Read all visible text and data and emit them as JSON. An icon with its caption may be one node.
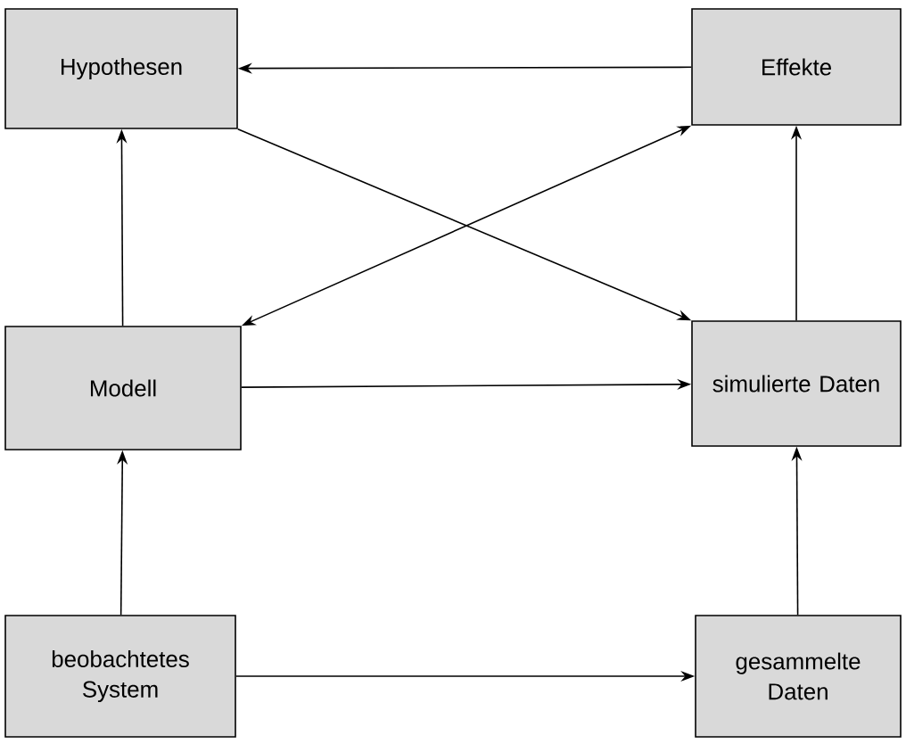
{
  "diagram": {
    "nodes": [
      {
        "text": [
          "Hypothesen"
        ]
      },
      {
        "text": [
          "Effekte"
        ]
      },
      {
        "text": [
          "Modell"
        ]
      },
      {
        "text": [
          "simulierte Daten"
        ]
      },
      {
        "text": [
          "beobachtetes System"
        ]
      },
      {
        "text": [
          "gesammelte Daten"
        ]
      }
    ],
    "edges": [
      {
        "from": 1,
        "to": 0,
        "arrow": "to"
      },
      {
        "from": 0,
        "to": 3,
        "arrow": "to"
      },
      {
        "from": 2,
        "to": 1,
        "arrow": "both"
      },
      {
        "from": 2,
        "to": 0,
        "arrow": "to"
      },
      {
        "from": 2,
        "to": 3,
        "arrow": "to"
      },
      {
        "from": 3,
        "to": 1,
        "arrow": "to"
      },
      {
        "from": 4,
        "to": 2,
        "arrow": "to"
      },
      {
        "from": 4,
        "to": 5,
        "arrow": "to"
      },
      {
        "from": 5,
        "to": 3,
        "arrow": "to"
      }
    ]
  }
}
